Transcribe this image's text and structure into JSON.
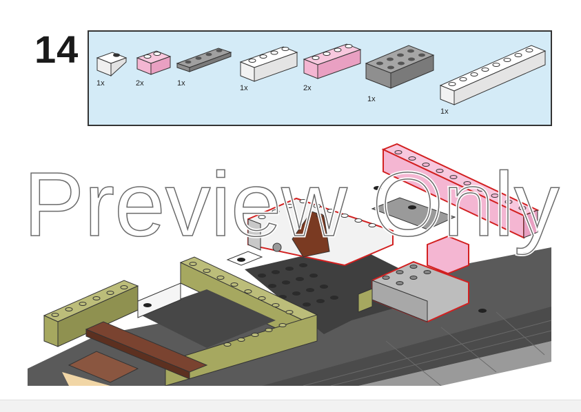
{
  "step": {
    "number": "14"
  },
  "parts": [
    {
      "qty": "1x",
      "kind": "slope-white",
      "color": "#ffffff"
    },
    {
      "qty": "2x",
      "kind": "brick-1x2",
      "color": "#f4b6d2"
    },
    {
      "qty": "1x",
      "kind": "plate-1x4",
      "color": "#8f8f8f"
    },
    {
      "qty": "1x",
      "kind": "brick-1x4",
      "color": "#ffffff"
    },
    {
      "qty": "2x",
      "kind": "brick-1x4",
      "color": "#f4b6d2"
    },
    {
      "qty": "1x",
      "kind": "brick-2x4",
      "color": "#8f8f8f"
    },
    {
      "qty": "1x",
      "kind": "brick-1x8",
      "color": "#ffffff"
    }
  ],
  "watermark": {
    "text": "Preview Only"
  },
  "colors": {
    "panel_bg": "#d4ebf7",
    "highlight_outline": "#d22020",
    "olive": "#a6a860",
    "dark_brown": "#6b3a28",
    "dark_gray": "#4a4a4a",
    "pink": "#f4b6d2"
  }
}
